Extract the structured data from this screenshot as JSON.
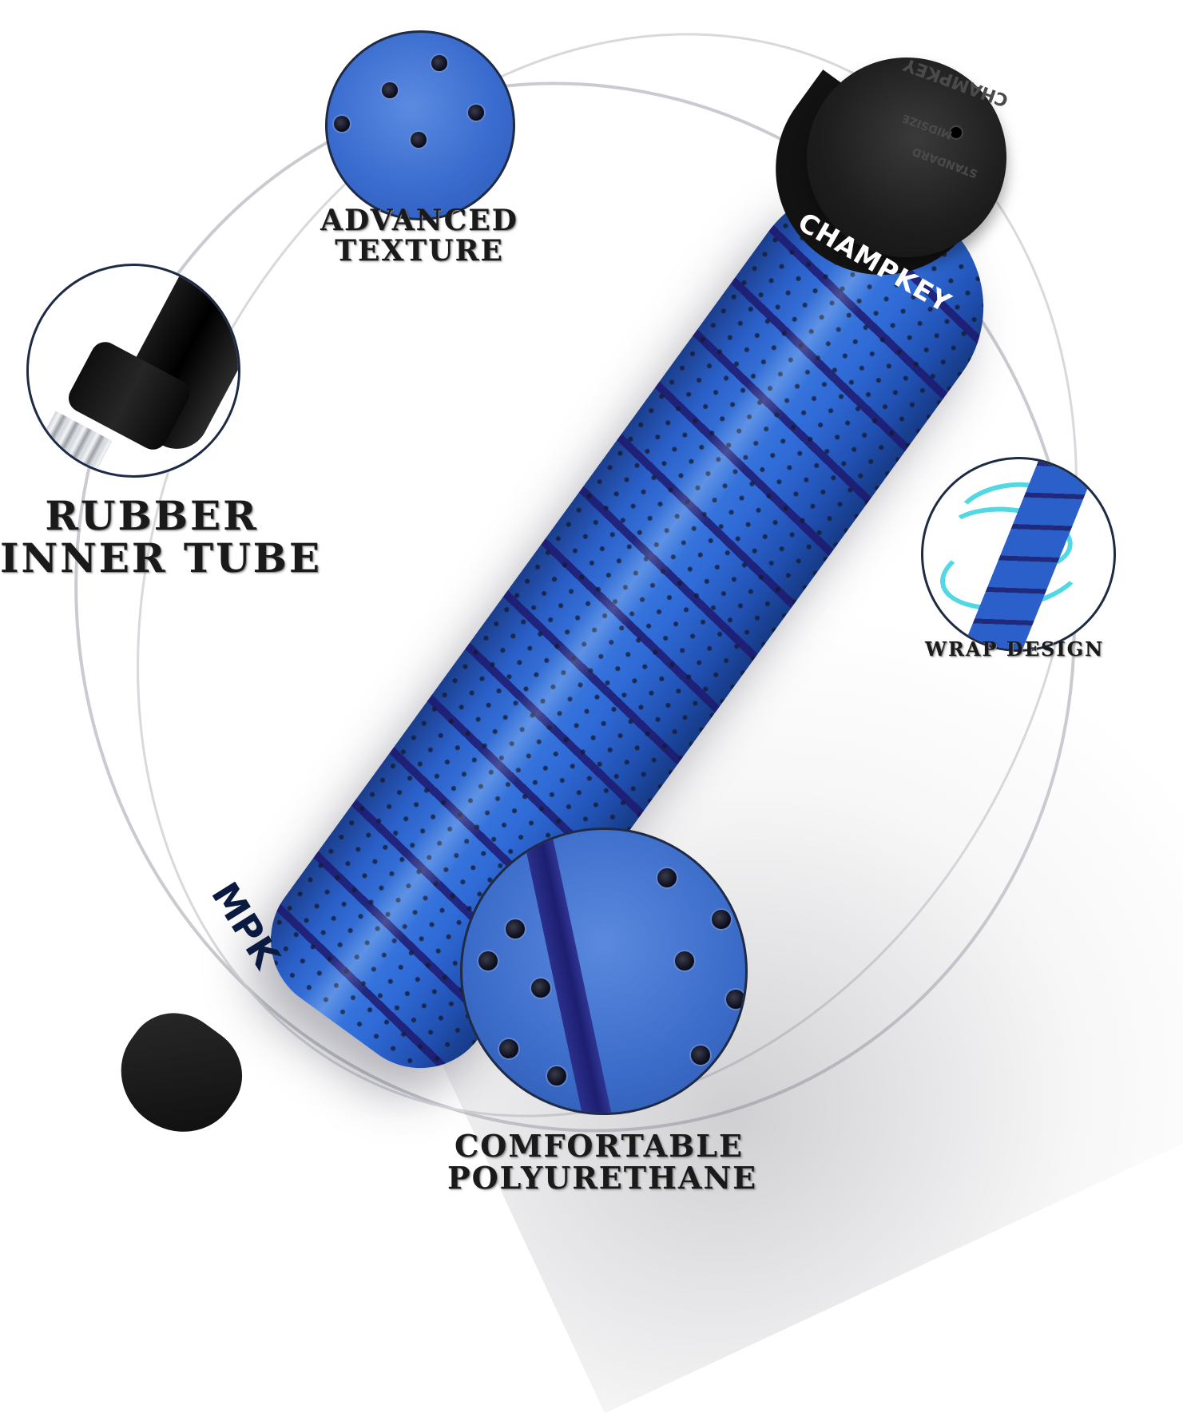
{
  "product": {
    "cap_brand": "CHAMPKEY",
    "cap_engraving": [
      "CHAMPKEY",
      "MIDSIZE",
      "STANDARD"
    ],
    "butt_brand": "MPK"
  },
  "callouts": {
    "texture": {
      "line1": "ADVANCED",
      "line2": "TEXTURE"
    },
    "inner_tube": {
      "line1": "RUBBER",
      "line2": "INNER TUBE"
    },
    "wrap": {
      "line1": "WRAP DESIGN"
    },
    "polyurethane": {
      "line1": "COMFORTABLE",
      "line2": "POLYURETHANE"
    }
  },
  "colors": {
    "grip_blue": "#2f6ad6",
    "band_navy": "#1e1970",
    "cap_black": "#111111",
    "accent_cyan": "#34d0e0"
  }
}
